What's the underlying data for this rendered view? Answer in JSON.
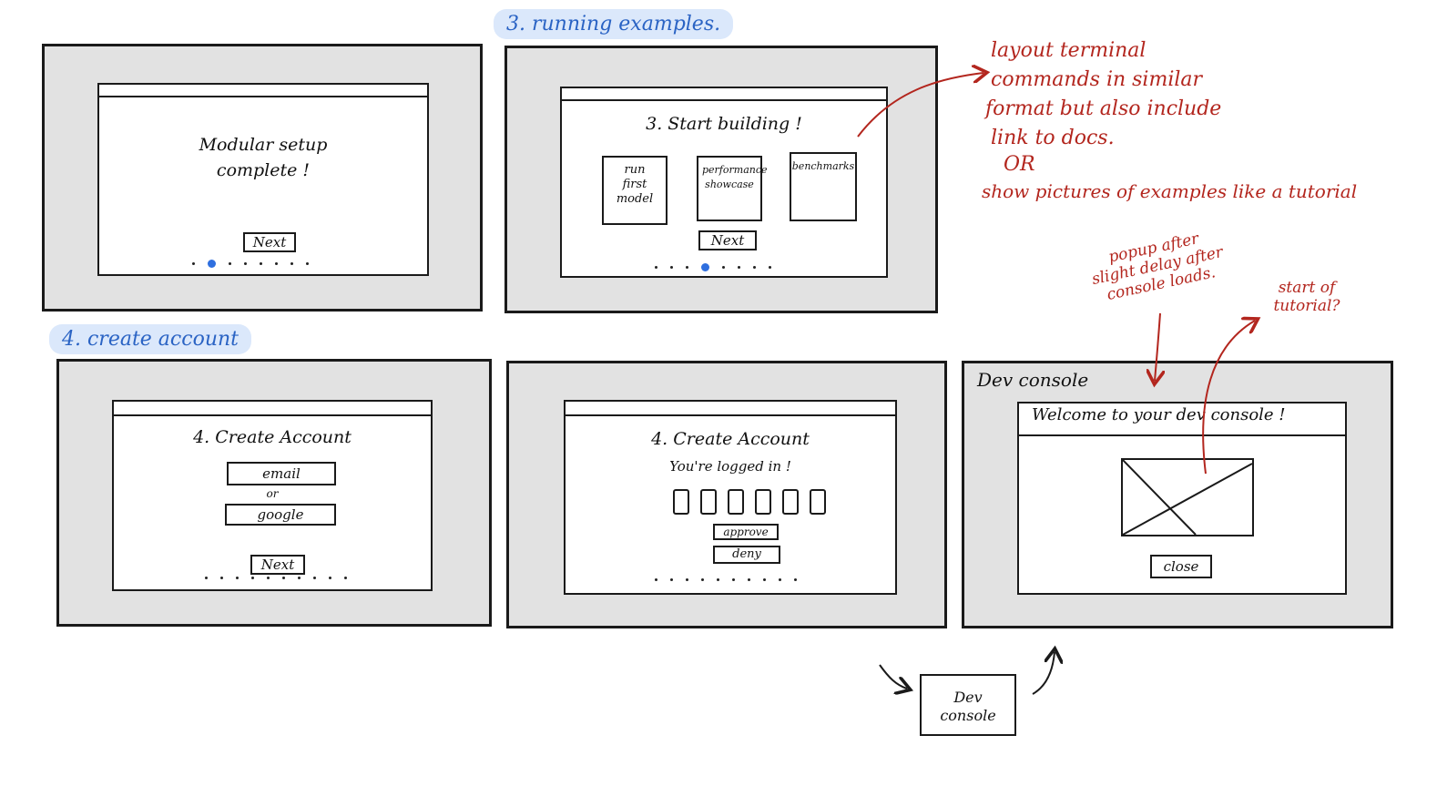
{
  "sections": {
    "running_examples": "3. running examples.",
    "create_account": "4. create account"
  },
  "screens": {
    "modular": {
      "title_line1": "Modular setup",
      "title_line2": "complete !",
      "next_label": "Next"
    },
    "start_building": {
      "title": "3. Start building !",
      "cards": [
        "run first model",
        "performance showcase",
        "benchmarks"
      ],
      "next_label": "Next"
    },
    "create_account_form": {
      "title": "4. Create Account",
      "email_label": "email",
      "or_label": "or",
      "google_label": "google",
      "next_label": "Next"
    },
    "create_account_logged": {
      "title": "4. Create Account",
      "subtitle": "You're logged in !",
      "approve_label": "approve",
      "deny_label": "deny"
    },
    "dev_console": {
      "header": "Dev console",
      "welcome": "Welcome to your dev console !",
      "close_label": "close"
    }
  },
  "annotations": {
    "terminal_note": [
      "layout terminal",
      "commands in similar",
      "format but also include",
      "link to docs.",
      "OR",
      "show pictures of examples like a tutorial"
    ],
    "popup_note": [
      "popup after",
      "slight delay after",
      "console loads."
    ],
    "tutorial_note": [
      "start of",
      "tutorial?"
    ]
  },
  "dev_console_box": "Dev console",
  "colors": {
    "frame": "#e2e2e2",
    "annotation": "#b3261e",
    "section_label": "#2a63c4",
    "section_highlight": "#dbe8fb",
    "active_dot": "#2f6fdf"
  }
}
